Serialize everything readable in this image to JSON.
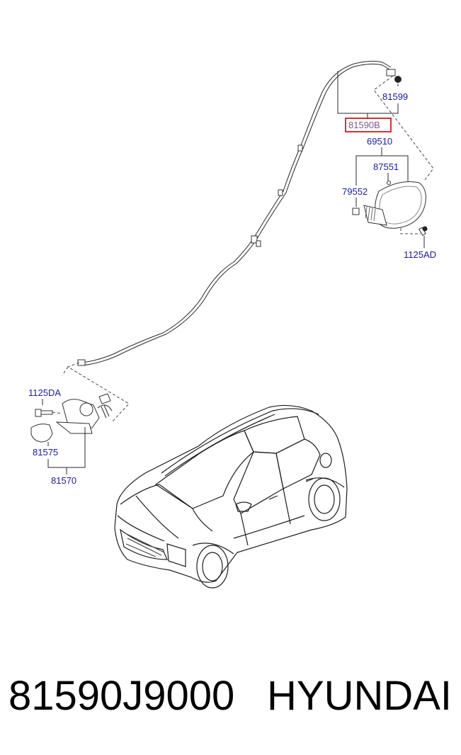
{
  "labels": {
    "p81599": "81599",
    "p81590B": "81590B",
    "p69510": "69510",
    "p87551": "87551",
    "p79552": "79552",
    "p1125AD": "1125AD",
    "p1125DA": "1125DA",
    "p81575": "81575",
    "p81570": "81570"
  },
  "highlight_part": "81590B",
  "colors": {
    "label": "#1a1aa6",
    "highlight": "#d11b1b",
    "lines": "#2a2a2a"
  },
  "footer": {
    "part_number": "81590J9000",
    "brand": "HYUNDAI"
  }
}
